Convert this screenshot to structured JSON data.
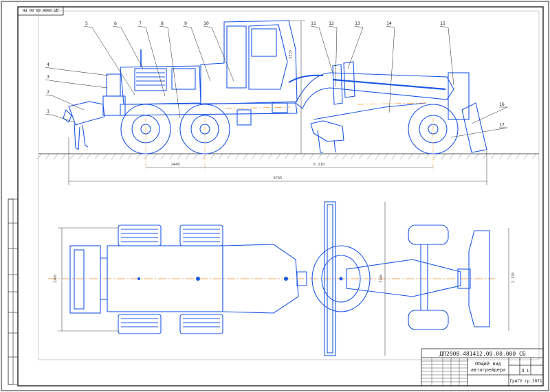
{
  "colors": {
    "drawing": "#1a56e6",
    "frame": "#222222",
    "dims": "#4a4a4a",
    "center": "#f08a24",
    "ground": "#555555"
  },
  "stamp_code": "ДП 0000 00.00 РК",
  "drawing_code": "ДП2908.481412.00.00.000 СБ",
  "title_line1": "Общий вид",
  "title_line2": "автогрейдера",
  "sheet_label": "Л 1",
  "org": "ГрАГУ  гр.3071",
  "dims": {
    "height": "3335",
    "wheelbase_rear": "1440",
    "wheelbase": "6 210",
    "length": "9765",
    "width_front": "2260",
    "blade_span": "3740",
    "blade_width": "2 170"
  },
  "callouts": [
    "1",
    "2",
    "3",
    "4",
    "5",
    "6",
    "7",
    "8",
    "9",
    "10",
    "11",
    "12",
    "13",
    "14",
    "15",
    "16",
    "17"
  ]
}
